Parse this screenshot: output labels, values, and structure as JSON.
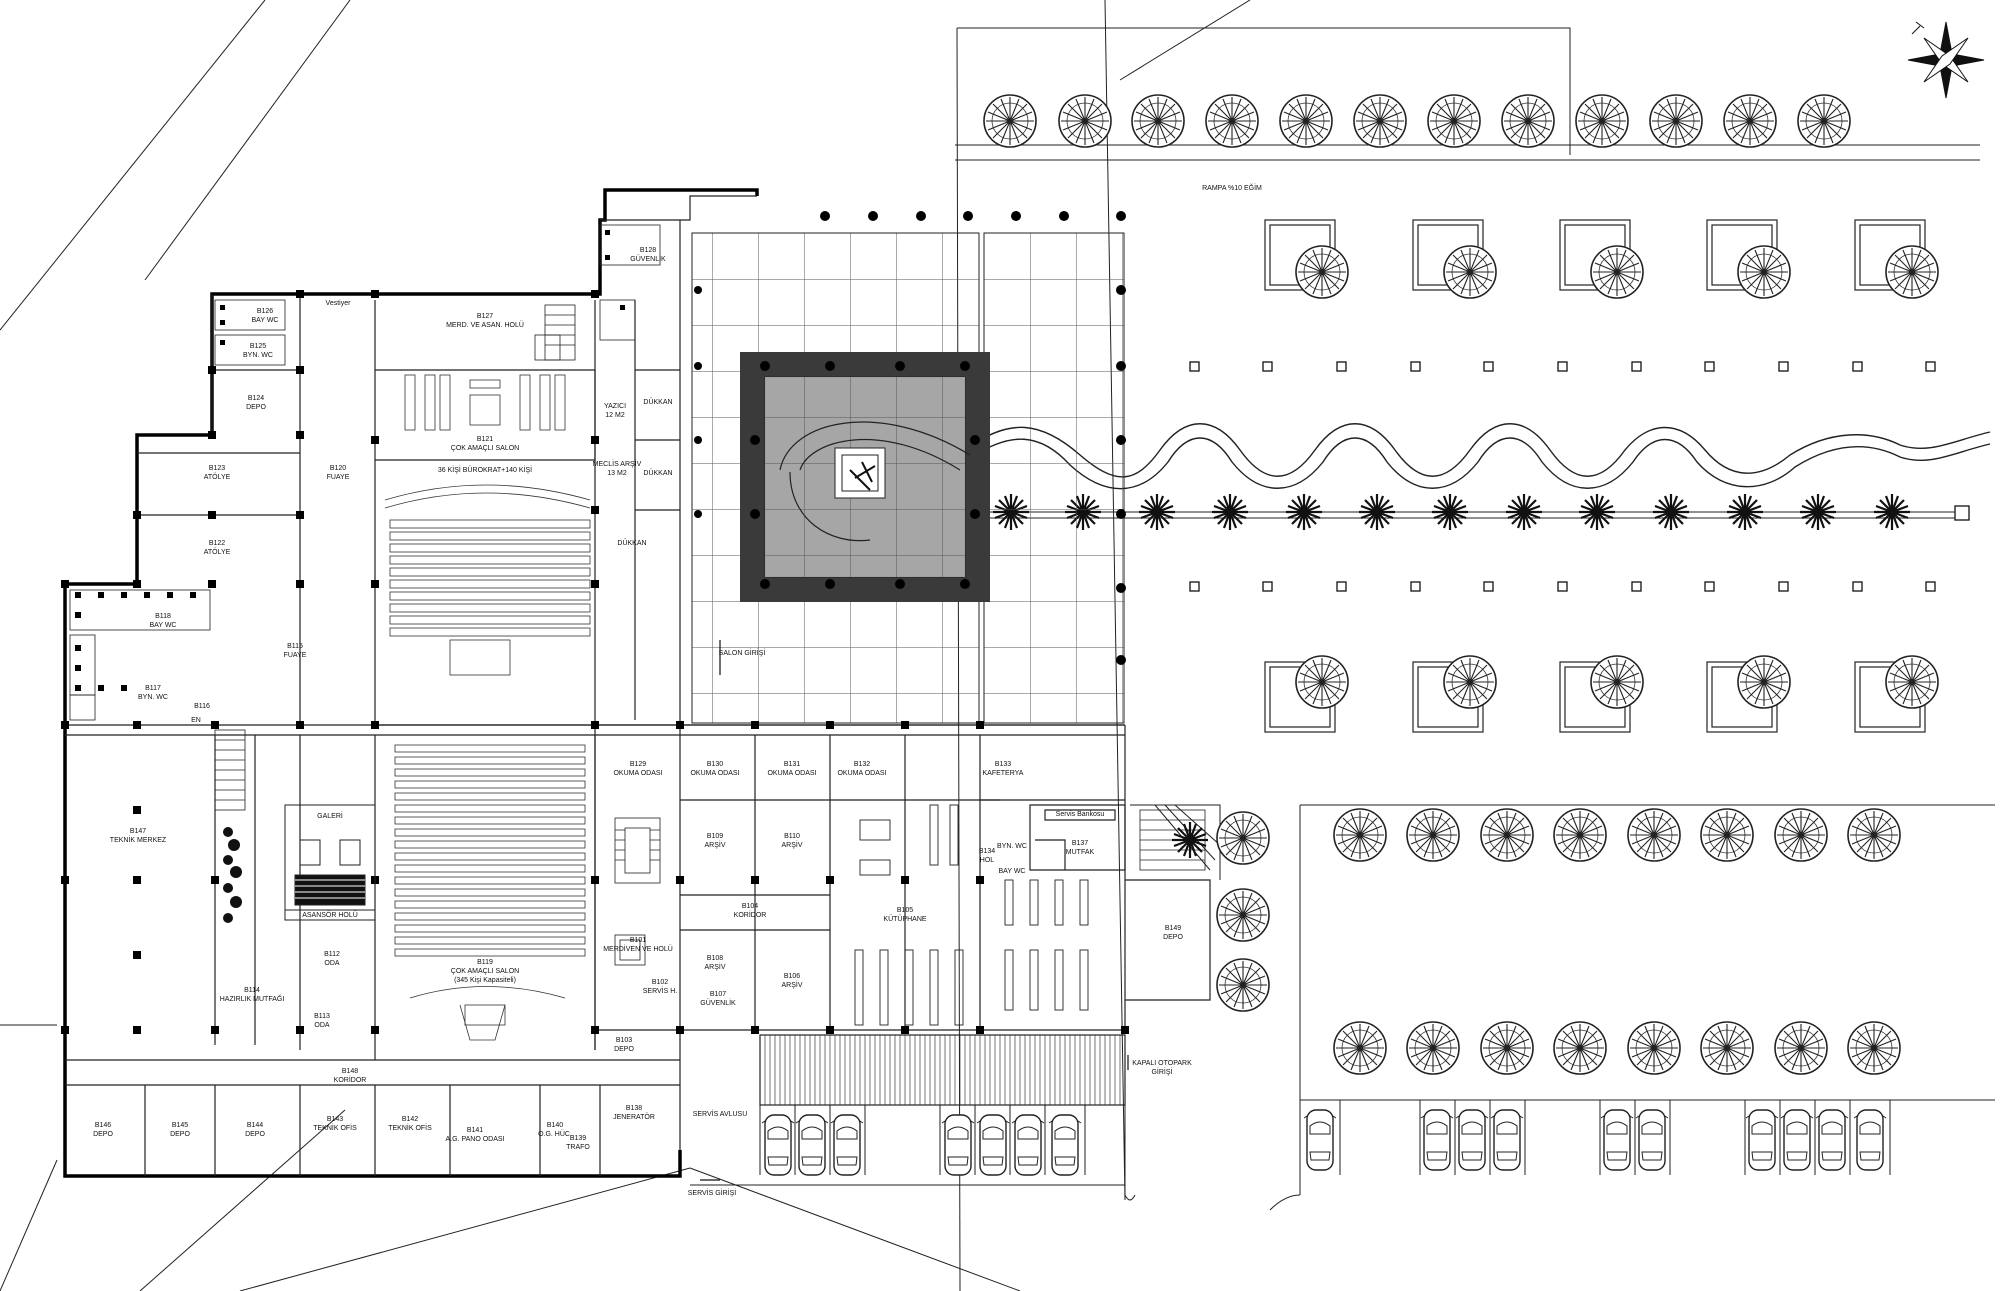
{
  "compass": {
    "icon": "compass-rose-icon"
  },
  "labels": {
    "ramp": "RAMPA %10 EĞİM",
    "salon_entry": "SALON GİRİŞİ",
    "parking_entry_1": "KAPALI OTOPARK",
    "parking_entry_2": "GİRİŞİ",
    "service_entry": "SERVİS GİRİŞİ",
    "vestiyer": "Vestiyer",
    "service_counter": "Servis Bankosu",
    "en": "EN"
  },
  "rooms": [
    {
      "id": "B126",
      "code": "B126",
      "name": "BAY WC"
    },
    {
      "id": "B125",
      "code": "B125",
      "name": "BYN. WC"
    },
    {
      "id": "B124",
      "code": "B124",
      "name": "DEPO"
    },
    {
      "id": "B123",
      "code": "B123",
      "name": "ATÖLYE"
    },
    {
      "id": "B122",
      "code": "B122",
      "name": "ATÖLYE"
    },
    {
      "id": "B120",
      "code": "B120",
      "name": "FUAYE"
    },
    {
      "id": "B127",
      "code": "B127",
      "name": "MERD. VE ASAN. HOLÜ"
    },
    {
      "id": "B128",
      "code": "B128",
      "name": "GÜVENLİK"
    },
    {
      "id": "B121",
      "code": "B121",
      "name": "ÇOK AMAÇLI SALON"
    },
    {
      "id": "YAZICI",
      "code": "YAZICI",
      "name": "12 M2"
    },
    {
      "id": "MECLIS",
      "code": "MECLİS ARŞİV",
      "name": "13 M2"
    },
    {
      "id": "DUKKAN1",
      "code": "",
      "name": "DÜKKAN"
    },
    {
      "id": "DUKKAN2",
      "code": "",
      "name": "DÜKKAN"
    },
    {
      "id": "DUKKAN3",
      "code": "",
      "name": "DÜKKAN"
    },
    {
      "id": "B118",
      "code": "B118",
      "name": "BAY WC"
    },
    {
      "id": "B117",
      "code": "B117",
      "name": "BYN. WC"
    },
    {
      "id": "B116",
      "code": "B116",
      "name": ""
    },
    {
      "id": "B115",
      "code": "B115",
      "name": "FUAYE"
    },
    {
      "id": "B147",
      "code": "B147",
      "name": "TEKNİK MERKEZ"
    },
    {
      "id": "GALERI",
      "code": "",
      "name": "GALERİ"
    },
    {
      "id": "ASANSOR",
      "code": "",
      "name": "ASANSÖR HOLÜ"
    },
    {
      "id": "B112",
      "code": "B112",
      "name": "ODA"
    },
    {
      "id": "B113",
      "code": "B113",
      "name": "ODA"
    },
    {
      "id": "B114",
      "code": "B114",
      "name": "HAZIRLIK MUTFAĞI"
    },
    {
      "id": "B119",
      "code": "B119",
      "name": "ÇOK AMAÇLI SALON"
    },
    {
      "id": "B129",
      "code": "B129",
      "name": "OKUMA ODASI"
    },
    {
      "id": "B130",
      "code": "B130",
      "name": "OKUMA ODASI"
    },
    {
      "id": "B131",
      "code": "B131",
      "name": "OKUMA ODASI"
    },
    {
      "id": "B132",
      "code": "B132",
      "name": "OKUMA ODASI"
    },
    {
      "id": "B133",
      "code": "B133",
      "name": "KAFETERYA"
    },
    {
      "id": "B109",
      "code": "B109",
      "name": "ARŞİV"
    },
    {
      "id": "B110",
      "code": "B110",
      "name": "ARŞİV"
    },
    {
      "id": "B101",
      "code": "B101",
      "name": "MERDİVEN VE HOLÜ"
    },
    {
      "id": "B104",
      "code": "B104",
      "name": "KORİDOR"
    },
    {
      "id": "B105",
      "code": "B105",
      "name": "KÜTÜPHANE"
    },
    {
      "id": "B108",
      "code": "B108",
      "name": "ARŞİV"
    },
    {
      "id": "B106",
      "code": "B106",
      "name": "ARŞİV"
    },
    {
      "id": "B107",
      "code": "B107",
      "name": "GÜVENLİK"
    },
    {
      "id": "B102",
      "code": "B102",
      "name": "SERVİS H."
    },
    {
      "id": "B103",
      "code": "B103",
      "name": "DEPO"
    },
    {
      "id": "B134",
      "code": "B134",
      "name": "HOL"
    },
    {
      "id": "B137",
      "code": "B137",
      "name": "MUTFAK"
    },
    {
      "id": "BYNWC",
      "code": "",
      "name": "BYN. WC"
    },
    {
      "id": "BAYWC",
      "code": "",
      "name": "BAY WC"
    },
    {
      "id": "B149",
      "code": "B149",
      "name": "DEPO"
    },
    {
      "id": "B148",
      "code": "B148",
      "name": "KORİDOR"
    },
    {
      "id": "B146",
      "code": "B146",
      "name": "DEPO"
    },
    {
      "id": "B145",
      "code": "B145",
      "name": "DEPO"
    },
    {
      "id": "B144",
      "code": "B144",
      "name": "DEPO"
    },
    {
      "id": "B143",
      "code": "B143",
      "name": "TEKNİK OFİS"
    },
    {
      "id": "B142",
      "code": "B142",
      "name": "TEKNİK OFİS"
    },
    {
      "id": "B141",
      "code": "B141",
      "name": "A.G. PANO ODASI"
    },
    {
      "id": "B140",
      "code": "B140",
      "name": "O.G. HÜC."
    },
    {
      "id": "B139",
      "code": "B139",
      "name": "TRAFO"
    },
    {
      "id": "B138",
      "code": "B138",
      "name": "JENERATÖR"
    },
    {
      "id": "SERVIS",
      "code": "",
      "name": "SERVİS AVLUSU"
    }
  ],
  "seating": {
    "upper_hall": "36 KİŞİ BÜROKRAT+140 KİŞİ",
    "lower_hall": "(345 Kişi Kapasiteli)"
  }
}
